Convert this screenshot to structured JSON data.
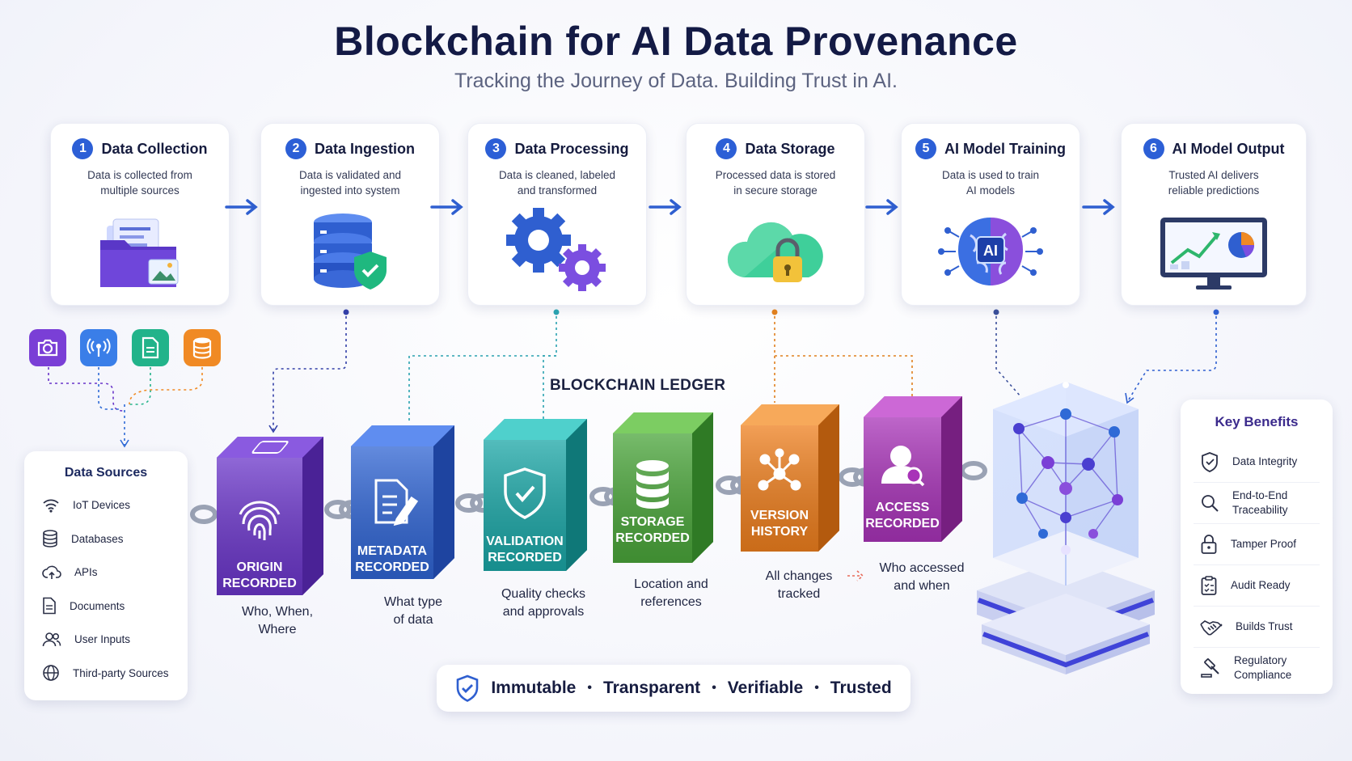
{
  "header": {
    "title": "Blockchain for AI Data Provenance",
    "subtitle": "Tracking the Journey of Data. Building Trust in AI."
  },
  "steps": [
    {
      "num": "1",
      "title": "Data Collection",
      "desc1": "Data is collected from",
      "desc2": "multiple sources",
      "icon": "folder-icon"
    },
    {
      "num": "2",
      "title": "Data Ingestion",
      "desc1": "Data is validated and",
      "desc2": "ingested into system",
      "icon": "database-shield-icon"
    },
    {
      "num": "3",
      "title": "Data Processing",
      "desc1": "Data is cleaned, labeled",
      "desc2": "and transformed",
      "icon": "gears-icon"
    },
    {
      "num": "4",
      "title": "Data Storage",
      "desc1": "Processed data is stored",
      "desc2": "in secure storage",
      "icon": "cloud-lock-icon"
    },
    {
      "num": "5",
      "title": "AI Model Training",
      "desc1": "Data is used to train",
      "desc2": "AI models",
      "icon": "ai-brain-icon",
      "badge": "AI"
    },
    {
      "num": "6",
      "title": "AI Model Output",
      "desc1": "Trusted AI delivers",
      "desc2": "reliable predictions",
      "icon": "dashboard-monitor-icon"
    }
  ],
  "source_tiles": [
    {
      "icon": "camera-icon",
      "color": "#7a3fd6"
    },
    {
      "icon": "broadcast-icon",
      "color": "#3a7ee8"
    },
    {
      "icon": "document-icon",
      "color": "#22b38a"
    },
    {
      "icon": "database-icon",
      "color": "#f08a24"
    }
  ],
  "sources": {
    "title": "Data Sources",
    "items": [
      {
        "label": "IoT Devices",
        "icon": "wifi-icon"
      },
      {
        "label": "Databases",
        "icon": "database-icon"
      },
      {
        "label": "APIs",
        "icon": "cloud-upload-icon"
      },
      {
        "label": "Documents",
        "icon": "document-icon"
      },
      {
        "label": "User Inputs",
        "icon": "users-icon"
      },
      {
        "label": "Third-party Sources",
        "icon": "globe-icon"
      }
    ]
  },
  "ledger": {
    "label": "BLOCKCHAIN LEDGER",
    "blocks": [
      {
        "line1": "ORIGIN",
        "line2": "RECORDED",
        "cap1": "Who, When,",
        "cap2": "Where",
        "color": "#6a35c9",
        "icon": "fingerprint-icon"
      },
      {
        "line1": "METADATA",
        "line2": "RECORDED",
        "cap1": "What type",
        "cap2": "of data",
        "color": "#2f64d3",
        "icon": "document-edit-icon"
      },
      {
        "line1": "VALIDATION",
        "line2": "RECORDED",
        "cap1": "Quality checks",
        "cap2": "and approvals",
        "color": "#1aa6a6",
        "icon": "shield-check-icon"
      },
      {
        "line1": "STORAGE",
        "line2": "RECORDED",
        "cap1": "Location and",
        "cap2": "references",
        "color": "#4aa53a",
        "icon": "database-icon"
      },
      {
        "line1": "VERSION",
        "line2": "HISTORY",
        "cap1": "All changes",
        "cap2": "tracked",
        "color": "#ee7f1e",
        "icon": "network-icon"
      },
      {
        "line1": "ACCESS",
        "line2": "RECORDED",
        "cap1": "Who accessed",
        "cap2": "and when",
        "color": "#a833b8",
        "icon": "user-search-icon"
      }
    ]
  },
  "slogan": {
    "words": [
      "Immutable",
      "Transparent",
      "Verifiable",
      "Trusted"
    ],
    "separator": "•"
  },
  "benefits": {
    "title": "Key Benefits",
    "items": [
      {
        "line1": "Data Integrity",
        "line2": "",
        "icon": "shield-check-icon"
      },
      {
        "line1": "End-to-End",
        "line2": "Traceability",
        "icon": "search-icon"
      },
      {
        "line1": "Tamper Proof",
        "line2": "",
        "icon": "lock-icon"
      },
      {
        "line1": "Audit Ready",
        "line2": "",
        "icon": "clipboard-icon"
      },
      {
        "line1": "Builds Trust",
        "line2": "",
        "icon": "handshake-icon"
      },
      {
        "line1": "Regulatory",
        "line2": "Compliance",
        "icon": "gavel-icon"
      }
    ]
  }
}
